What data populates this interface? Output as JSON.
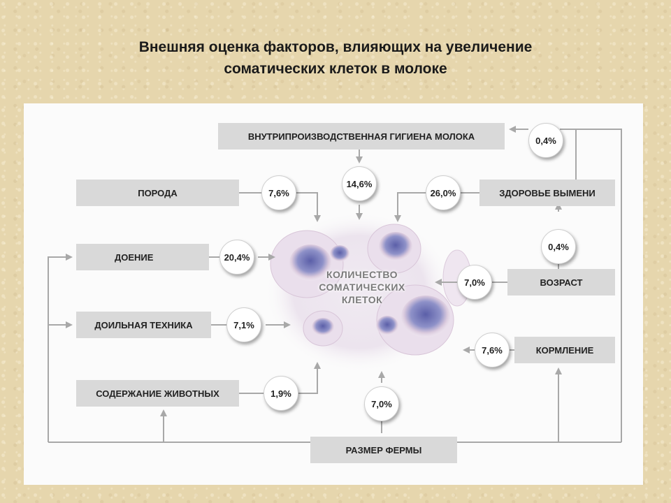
{
  "title": {
    "line1": "Внешняя оценка факторов, влияющих на увеличение",
    "line2": "соматических клеток в молоке"
  },
  "center": {
    "line1": "КОЛИЧЕСТВО",
    "line2": "СОМАТИЧЕСКИХ",
    "line3": "КЛЕТОК"
  },
  "factors": {
    "hygiene": {
      "label": "ВНУТРИПРОИЗВОДСТВЕННАЯ ГИГИЕНА МОЛОКА",
      "value": "14,6%"
    },
    "breed": {
      "label": "ПОРОДА",
      "value": "7,6%"
    },
    "udder": {
      "label": "ЗДОРОВЬЕ ВЫМЕНИ",
      "value": "26,0%"
    },
    "milking": {
      "label": "ДОЕНИЕ",
      "value": "20,4%"
    },
    "age": {
      "label": "ВОЗРАСТ",
      "value": "7,0%"
    },
    "equipment": {
      "label": "ДОИЛЬНАЯ ТЕХНИКА",
      "value": "7,1%"
    },
    "feeding": {
      "label": "КОРМЛЕНИЕ",
      "value": "7,6%"
    },
    "housing": {
      "label": "СОДЕРЖАНИЕ ЖИВОТНЫХ",
      "value": "1,9%"
    },
    "farm_size": {
      "label": "РАЗМЕР ФЕРМЫ",
      "value": "7,0%"
    }
  },
  "links": {
    "udder_to_hygiene": "0,4%",
    "age_to_udder": "0,4%"
  }
}
